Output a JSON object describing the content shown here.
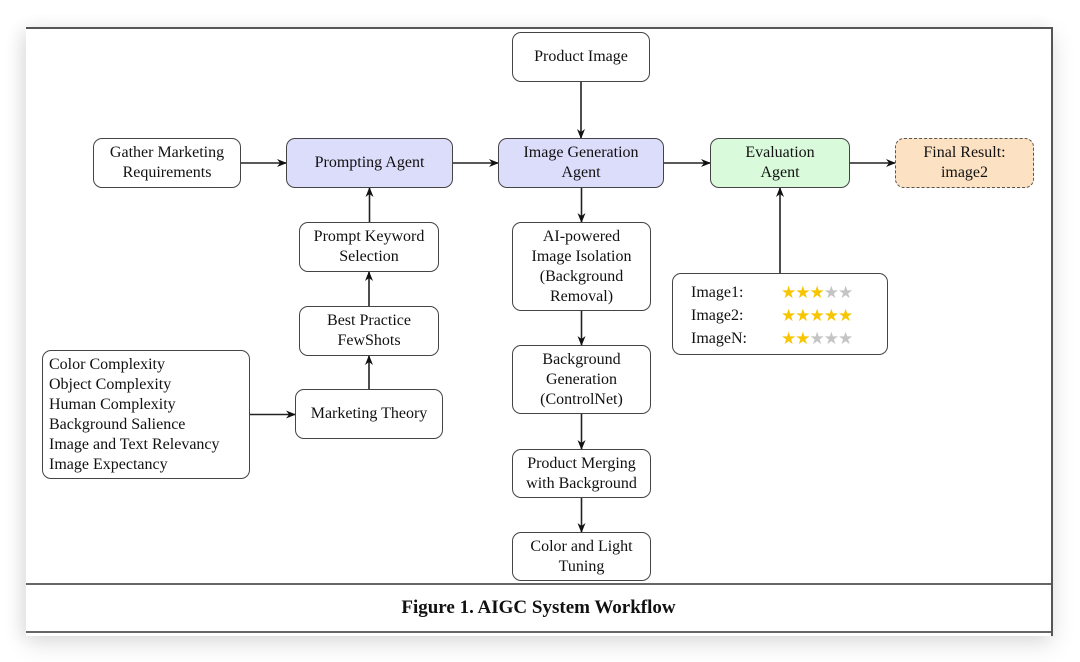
{
  "figure": {
    "caption": "Figure 1.  AIGC System Workflow",
    "colors": {
      "agent_fill": "#dcdcfb",
      "evaluation_fill": "#d9fbdc",
      "final_fill": "#fde1c3",
      "star_on": "#f7c600",
      "star_off": "#c4c4c4"
    }
  },
  "nodes": {
    "product_image": "Product Image",
    "gather": "Gather Marketing\nRequirements",
    "prompting_agent": "Prompting Agent",
    "image_generation_agent": "Image Generation\nAgent",
    "evaluation_agent": "Evaluation\nAgent",
    "final_result": "Final Result:\nimage2",
    "prompt_keyword": "Prompt Keyword\nSelection",
    "best_practice": "Best Practice\nFewShots",
    "marketing_theory": "Marketing Theory",
    "ai_isolation": "AI-powered\nImage Isolation\n(Background\nRemoval)",
    "background_generation": "Background\nGeneration\n(ControlNet)",
    "product_merging": "Product Merging\nwith Background",
    "color_light": "Color and Light\nTuning"
  },
  "factors": [
    "Color Complexity",
    "Object Complexity",
    "Human Complexity",
    "Background Salience",
    "Image and Text Relevancy",
    "Image Expectancy"
  ],
  "ratings": [
    {
      "label": "Image1:",
      "stars": 3,
      "max": 5
    },
    {
      "label": "Image2:",
      "stars": 5,
      "max": 5
    },
    {
      "label": "ImageN:",
      "stars": 2,
      "max": 5
    }
  ],
  "edges": [
    {
      "from": "gather",
      "to": "prompting_agent"
    },
    {
      "from": "prompting_agent",
      "to": "image_generation_agent"
    },
    {
      "from": "product_image",
      "to": "image_generation_agent"
    },
    {
      "from": "image_generation_agent",
      "to": "evaluation_agent"
    },
    {
      "from": "evaluation_agent",
      "to": "final_result"
    },
    {
      "from": "prompt_keyword",
      "to": "prompting_agent"
    },
    {
      "from": "best_practice",
      "to": "prompt_keyword"
    },
    {
      "from": "marketing_theory",
      "to": "best_practice"
    },
    {
      "from": "factors",
      "to": "marketing_theory"
    },
    {
      "from": "image_generation_agent",
      "to": "ai_isolation"
    },
    {
      "from": "ai_isolation",
      "to": "background_generation"
    },
    {
      "from": "background_generation",
      "to": "product_merging"
    },
    {
      "from": "product_merging",
      "to": "color_light"
    },
    {
      "from": "ratings",
      "to": "evaluation_agent"
    }
  ]
}
